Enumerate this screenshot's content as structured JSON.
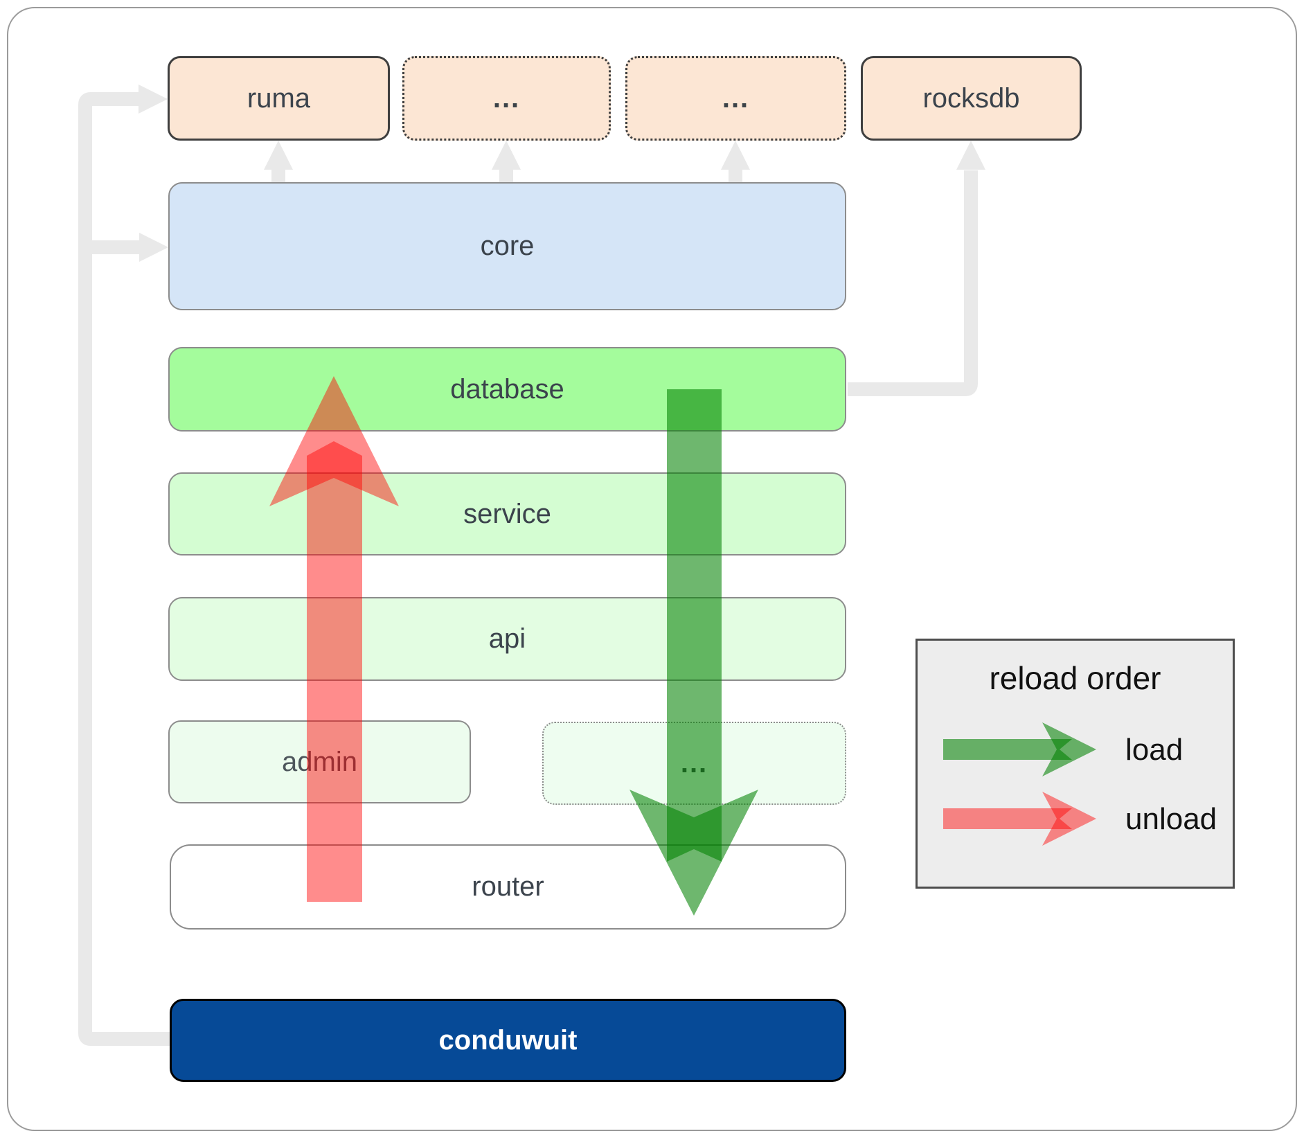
{
  "diagram": {
    "nodes": {
      "ruma": {
        "label": "ruma"
      },
      "ellipsis_top_1": {
        "label": "..."
      },
      "ellipsis_top_2": {
        "label": "..."
      },
      "rocksdb": {
        "label": "rocksdb"
      },
      "core": {
        "label": "core"
      },
      "database": {
        "label": "database"
      },
      "service": {
        "label": "service"
      },
      "api": {
        "label": "api"
      },
      "admin": {
        "label": "admin"
      },
      "ellipsis_mid": {
        "label": "..."
      },
      "router": {
        "label": "router"
      },
      "conduwuit": {
        "label": "conduwuit"
      }
    },
    "legend": {
      "title": "reload order",
      "items": [
        {
          "label": "load",
          "color": "#008000"
        },
        {
          "label": "unload",
          "color": "#ff0000"
        }
      ]
    },
    "colors": {
      "load_arrow": "#008000",
      "unload_arrow": "#ff0000",
      "connector_gray": "#e9e9e9",
      "box_peach": "#fce6d4",
      "box_core_blue": "#d5e5f7",
      "box_database_green": "#a4fc9c",
      "box_service_green": "#d4fdd2",
      "box_api_green": "#e3fde2",
      "box_admin_green": "#edfcee",
      "box_conduwuit_blue": "#064a97",
      "legend_background": "#ededed"
    }
  }
}
